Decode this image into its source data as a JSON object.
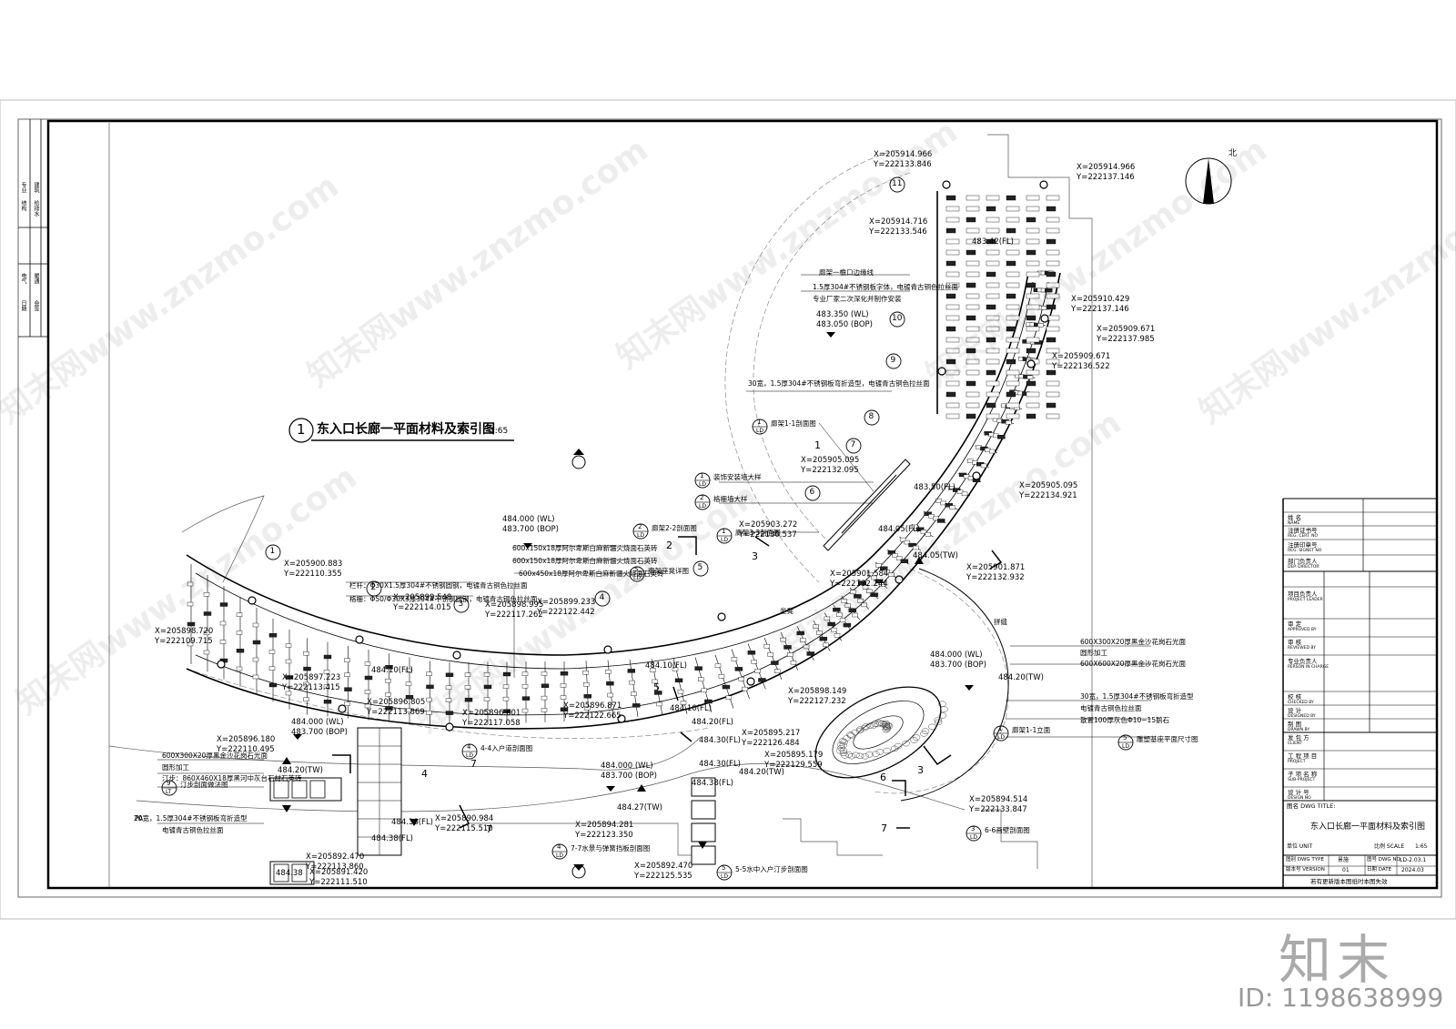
{
  "title": {
    "num": "1",
    "text": "东入口长廊一平面材料及索引图",
    "scale": "1:65"
  },
  "north": "北",
  "axes": [
    "1",
    "2",
    "3",
    "4",
    "5",
    "6",
    "7",
    "8",
    "9",
    "10",
    "11"
  ],
  "coords": [
    {
      "x": "X=205914.966",
      "y": "Y=222133.846"
    },
    {
      "x": "X=205914.966",
      "y": "Y=222137.146"
    },
    {
      "x": "X=205914.716",
      "y": "Y=222133.546"
    },
    {
      "x": "X=205910.429",
      "y": "Y=222137.146"
    },
    {
      "x": "X=205909.671",
      "y": "Y=222137.985"
    },
    {
      "x": "X=205909.671",
      "y": "Y=222136.522"
    },
    {
      "x": "X=205905.095",
      "y": "Y=222132.095"
    },
    {
      "x": "X=205905.095",
      "y": "Y=222134.921"
    },
    {
      "x": "X=205903.272",
      "y": "Y=222130.537"
    },
    {
      "x": "X=205901.584",
      "y": "Y=222132.244"
    },
    {
      "x": "X=205901.871",
      "y": "Y=222132.932"
    },
    {
      "x": "X=205900.883",
      "y": "Y=222110.355"
    },
    {
      "x": "X=205899.548",
      "y": "Y=222114.015"
    },
    {
      "x": "X=205898.995",
      "y": "Y=222117.262"
    },
    {
      "x": "X=205899.233",
      "y": "Y=222122.442"
    },
    {
      "x": "X=205898.720",
      "y": "Y=222109.715"
    },
    {
      "x": "X=205897.223",
      "y": "Y=222113.415"
    },
    {
      "x": "X=205896.805",
      "y": "Y=222113.869"
    },
    {
      "x": "X=205896.601",
      "y": "Y=222117.058"
    },
    {
      "x": "X=205896.871",
      "y": "Y=222122.665"
    },
    {
      "x": "X=205898.149",
      "y": "Y=222127.232"
    },
    {
      "x": "X=205895.217",
      "y": "Y=222126.484"
    },
    {
      "x": "X=205895.179",
      "y": "Y=222129.559"
    },
    {
      "x": "X=205894.281",
      "y": "Y=222123.350"
    },
    {
      "x": "X=205894.514",
      "y": "Y=222133.847"
    },
    {
      "x": "X=205892.470",
      "y": "Y=222125.535"
    },
    {
      "x": "X=205892.470",
      "y": "Y=222113.860"
    },
    {
      "x": "X=205891.420",
      "y": "Y=222111.510"
    },
    {
      "x": "X=205890.984",
      "y": "Y=222115.510"
    },
    {
      "x": "X=205896.180",
      "y": "Y=222110.495"
    }
  ],
  "levels": [
    {
      "a": "483.350 (WL)",
      "b": "483.050 (BOP)"
    },
    {
      "a": "484.000 (WL)",
      "b": "483.700 (BOP)"
    },
    {
      "a": "484.000 (WL)",
      "b": "483.700 (BOP)"
    },
    {
      "a": "484.000 (WL)",
      "b": "483.700 (BOP)"
    },
    {
      "a": "484.000 (WL)",
      "b": "483.700 (BOP)"
    }
  ],
  "spot_levels": [
    "483.42(FL)",
    "483.50(FL)",
    "484.05(FL)",
    "484.05(TW)",
    "484.10(FL)",
    "484.10(FL)",
    "484.10(FL)",
    "484.20(TW)",
    "484.20(FL)",
    "484.30(FL)",
    "484.30(FL)",
    "484.38(FL)",
    "484.20(TW)",
    "484.20(TW)",
    "484.27(TW)",
    "484.38(FL)",
    "484.38(FL)",
    "484.38"
  ],
  "notes": [
    "廊架一檐口边缘线",
    "1.5厚304#不锈钢板字体，电镀青古铜色拉丝面",
    "专业厂家二次深化并制作安装",
    "30宽，1.5厚304#不锈钢板弯折造型，电镀青古铜色拉丝面",
    "栏杆：Φ30X1.5厚304#不锈钢圆钢，电镀青古铜色拉丝面",
    "格栅：Φ50/Φ30X3厚304#不锈钢圆钢，电镀青古铜色拉丝面",
    "600x150x18厚阿尔卑斯白麻新疆火烧面石英砖",
    "600x150x18厚阿尔卑斯白麻新疆火烧面石英砖",
    "600x450x18厚阿尔卑斯白麻新疆火烧面石英砖",
    "600X300X20厚黑金沙花岗石光面",
    "圆形加工",
    "600X600X20厚黑金沙花岗石光面",
    "30宽，1.5厚304#不锈钢板弯折造型",
    "电镀青古铜色拉丝面",
    "散置100厚灰色Φ10~15鹅石",
    "600X300X20厚黑金沙花岗石光面",
    "圆形加工",
    "汀步：860X460X18厚黑河中灰台石材石英砖",
    "20宽，1.5厚304#不锈钢板弯折造型",
    "电镀青古铜色拉丝面"
  ],
  "callouts": [
    {
      "n": "1",
      "t": "廊架1-1剖面图",
      "ref": "LD"
    },
    {
      "n": "1",
      "t": "装饰安装墙大样",
      "ref": "LD"
    },
    {
      "n": "2",
      "t": "格栅墙大样",
      "ref": "LD"
    },
    {
      "n": "2",
      "t": "廊架2-2剖面图",
      "ref": "LD"
    },
    {
      "n": "1",
      "t": "廊架3-3剖面图",
      "ref": "LD"
    },
    {
      "n": "5",
      "t": "廊架座凳详图",
      "ref": "LD"
    },
    {
      "n": "4",
      "t": "4-4入户道剖面图",
      "ref": "LD"
    },
    {
      "n": "4",
      "t": "7-7水景与弹簧挡板剖面图",
      "ref": "LD"
    },
    {
      "n": "5",
      "t": "5-5水中入户汀步剖面图",
      "ref": "LD"
    },
    {
      "n": "3",
      "t": "6-6画壁剖面图",
      "ref": "LD"
    },
    {
      "n": "5",
      "t": "雕塑基座平面尺寸图",
      "ref": "LD"
    },
    {
      "n": "9",
      "t": "汀步剖面做法图",
      "ref": "LT"
    },
    {
      "n": "1",
      "t": "廊架1-1立面",
      "ref": "LD"
    }
  ],
  "section_marks": [
    "1",
    "2",
    "3",
    "4",
    "5",
    "6",
    "7"
  ],
  "small_labels": [
    "PA",
    "坐凳",
    "拼缝"
  ],
  "left_strip": [
    "专业",
    "建筑",
    "结构",
    "给排水",
    "电气",
    "暖通",
    "日期",
    "会签"
  ],
  "titleblock": {
    "rows": [
      {
        "cn": "姓 名",
        "en": "NAME"
      },
      {
        "cn": "注册证书号",
        "en": "REG. CERT. NO"
      },
      {
        "cn": "注册印章号",
        "en": "REG. SIGNET NO"
      },
      {
        "cn": "部门负责人",
        "en": "DEP. DIRECTOR"
      },
      {
        "cn": "项目负责人",
        "en": "PROJECT LEADER"
      },
      {
        "cn": "审 定",
        "en": "APPROVED BY"
      },
      {
        "cn": "审 核",
        "en": "REVIEWED BY"
      },
      {
        "cn": "专业负责人",
        "en": "PERSON IN CHARGE"
      },
      {
        "cn": "校 核",
        "en": "CHECKED BY"
      },
      {
        "cn": "设 计",
        "en": "DESIGNED BY"
      },
      {
        "cn": "制 图",
        "en": "DRAWN BY"
      },
      {
        "cn": "发 包 方",
        "en": "CLIENT"
      },
      {
        "cn": "工 程 项 目",
        "en": "PROJECT"
      },
      {
        "cn": "子 项 名 称",
        "en": "SUB-PROJECT"
      },
      {
        "cn": "设 计 号",
        "en": "DESIGN NO"
      }
    ],
    "dwg_title_label": "图名 DWG TITLE:",
    "dwg_title": "东入口长廊一平面材料及索引图",
    "unit_label": "单位 UNIT",
    "scale_label": "比例 SCALE",
    "scale_val": "1:65",
    "type_label": "图别 DWG TYPE",
    "type_val": "景施",
    "no_label": "图号 DWG NO.",
    "no_val": "LD-2.03.1",
    "ver_label": "版本号 VERSION",
    "ver_val": "01",
    "date_label": "日期 DATE",
    "date_val": "2024.03",
    "footer": "若有更新版本图纸时本图失效"
  },
  "watermarks": [
    "知末网www.znzmo.com",
    "知末网www.znzmo.com",
    "知末网www.znzmo.com",
    "知末网www.znzmo.com",
    "知末网www.znzmo.com",
    "知末网www.znzmo.com",
    "知末网www.znzmo.com",
    "知末网www.znzmo.com"
  ],
  "brand": "知末",
  "drawing_id": "ID: 1198638999"
}
